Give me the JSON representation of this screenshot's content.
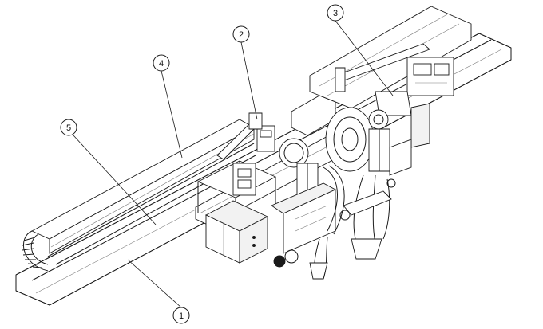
{
  "callouts": [
    {
      "id": "1",
      "label": "1"
    },
    {
      "id": "2",
      "label": "2"
    },
    {
      "id": "3",
      "label": "3"
    },
    {
      "id": "4",
      "label": "4"
    },
    {
      "id": "5",
      "label": "5"
    }
  ],
  "colors": {
    "line": "#1a1a1a",
    "background": "#ffffff",
    "panel_fill": "#f2f2f2"
  }
}
